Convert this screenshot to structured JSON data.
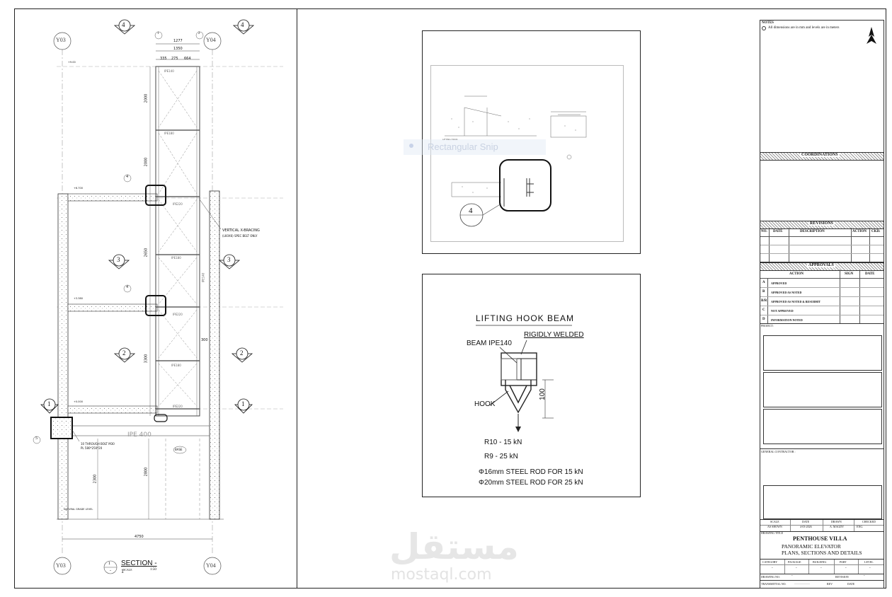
{
  "section": {
    "grid_top": [
      "4",
      "4"
    ],
    "grid_sides": [
      "3",
      "2",
      "1"
    ],
    "axes_top": [
      "Y03",
      "Y04"
    ],
    "axes_bottom": [
      "Y03",
      "Y04"
    ],
    "col_markers": [
      "1",
      "2"
    ],
    "dims_top": [
      "1277",
      "1350",
      "335",
      "275",
      "664"
    ],
    "dims_vertical": [
      "2000",
      "2000",
      "2650",
      "3300",
      "2300",
      "2800",
      "300"
    ],
    "dim_bottom": "4750",
    "beam_labels": [
      "IPE140",
      "IPE180",
      "IPE220",
      "IPE180",
      "IPE220",
      "IPE180",
      "IPE220",
      "IPE140",
      "IPE 400"
    ],
    "bracing_note_1": "VERTICAL X-BRACING",
    "bracing_note_2": "(L60X6) SPEC BELT ONLY",
    "bolt_note_1": "10 THROUGH BOLT M30",
    "bolt_note_2": "PL 580*250*20",
    "base_label": "BASE",
    "level_labels": [
      "+9.00",
      "+6.700",
      "+3.380",
      "+0.000",
      "NATURAL GRADE LEVEL"
    ],
    "detail_markers": [
      "4",
      "4",
      "5"
    ],
    "title": "SECTION -",
    "title_num": "1",
    "title_sub": "-",
    "scale_label": "SCALE",
    "scale_value": "1:50"
  },
  "detail": {
    "marker": "4",
    "overlay_text": "Rectangular Snip",
    "small_label": "LIFTING HOOK"
  },
  "hook": {
    "title": "LIFTING HOOK BEAM",
    "rigidly_welded": "RIGIDLY WELDED",
    "beam": "BEAM IPE140",
    "hook": "HOOK",
    "dim": "100",
    "loads": [
      "R10 - 15 kN",
      "R9 - 25 kN"
    ],
    "rods": [
      "Φ16mm STEEL ROD FOR 15 kN",
      "Φ20mm STEEL ROD FOR 25 kN"
    ]
  },
  "titleblock": {
    "notes_title": "NOTES",
    "note_1": "All dimensions are in mm and levels are in meters",
    "coordinations": "COORDINATIONS",
    "revisions": "REVISIONS",
    "rev_headers": [
      "NO.",
      "DATE",
      "DESCRIPTION",
      "ACTION",
      "CKD."
    ],
    "approvals": "APPROVALS",
    "appr_headers": [
      "ACTION",
      "SIGN",
      "DATE"
    ],
    "appr_rows": [
      {
        "code": "A",
        "text": "APPROVED"
      },
      {
        "code": "B",
        "text": "APPROVED AS NOTED"
      },
      {
        "code": "B/R",
        "text": "APPROVED AS NOTED & RESUBMIT"
      },
      {
        "code": "C",
        "text": "NOT APPROVED"
      },
      {
        "code": "D",
        "text": "INFORMATION NOTED"
      }
    ],
    "project_label": "PROJECT:",
    "gc_label": "GENERAL CONTRACTOR :",
    "meta_headers": [
      "SCALE",
      "DATE",
      "DRAWN",
      "CHECKED"
    ],
    "meta_values": [
      "AS SHOWN",
      "4-03-2026",
      "A. MAGDY",
      "ENG."
    ],
    "drawing_title_label": "DRAWING TITLE",
    "project_name": "PENTHOUSE VILLA",
    "drawing_title_1": "PANORAMIC ELEVATOR",
    "drawing_title_2": "PLANS, SECTIONS AND DETAILS",
    "code_headers": [
      "CATEGORY",
      "PACKAGE",
      "BUILDING",
      "PART",
      "LEVEL"
    ],
    "code_values": [
      "-",
      "-",
      "-",
      "-",
      "-"
    ],
    "drawing_no_label": "DRAWING NO.",
    "drawing_no": "-",
    "revision_label": "REVISION",
    "revision_value": "-",
    "transmittal_label": "TRANSMITTAL NO.",
    "transmittal_dots": "......................",
    "rev_label": "REV",
    "date_label": "DATE"
  },
  "watermark": {
    "arabic": "مستقل",
    "latin": "mostaql.com"
  }
}
